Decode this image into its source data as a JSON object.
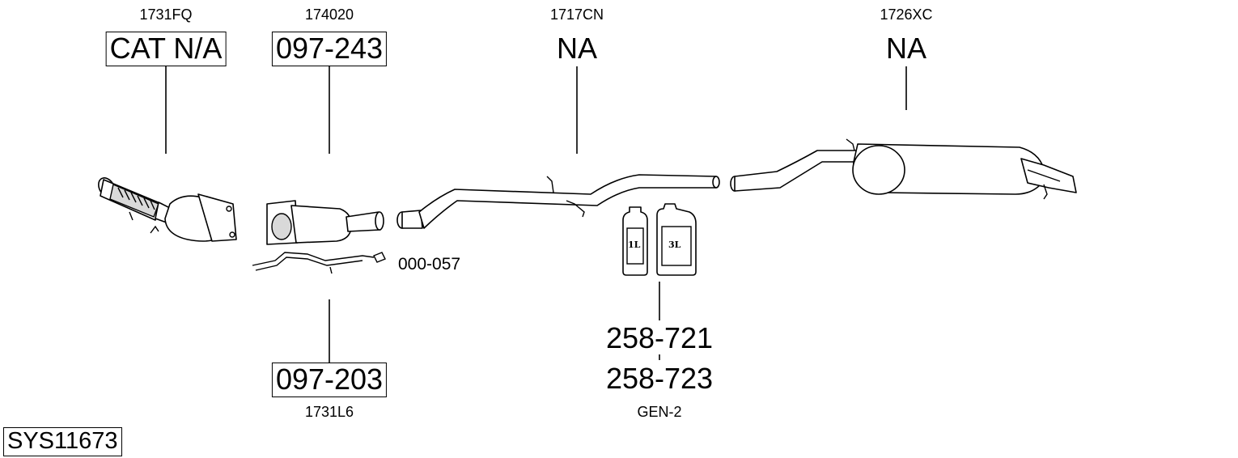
{
  "sys_code": "SYS11673",
  "parts": {
    "catalyst": {
      "ref": "1731FQ",
      "number": "CAT N/A"
    },
    "dpf": {
      "ref": "174020",
      "number": "097-243"
    },
    "front_pipe": {
      "ref": "1717CN",
      "number": "NA"
    },
    "rear_silencer": {
      "ref": "1726XC",
      "number": "NA"
    },
    "pipe_lower": {
      "ref": "1731L6",
      "number": "097-203"
    },
    "sensor": {
      "number": "000-057"
    },
    "fluid": {
      "number_1": "258-721",
      "number_2": "258-723",
      "ref": "GEN-2"
    }
  },
  "bottles": {
    "small": "1L",
    "large": "3L"
  }
}
